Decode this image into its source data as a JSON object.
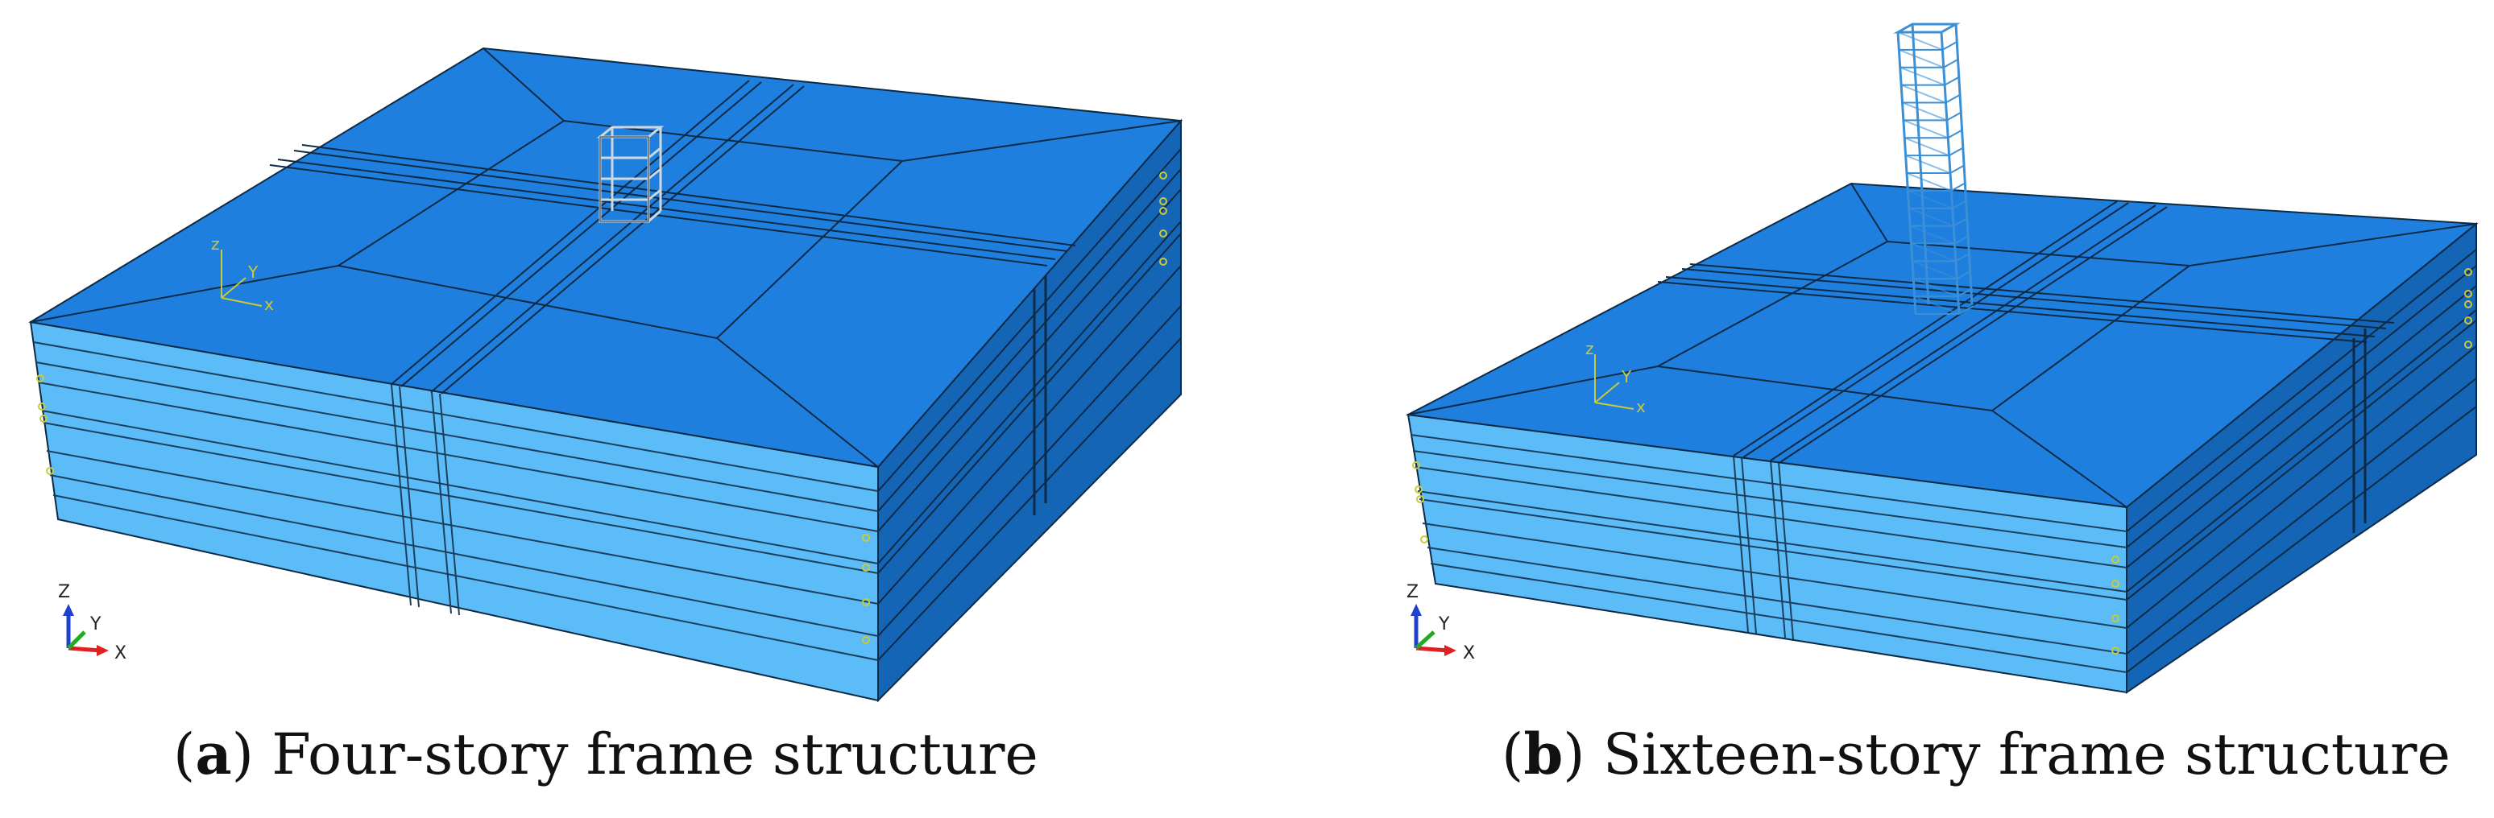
{
  "panels": [
    {
      "id": "a",
      "caption_letter": "a",
      "caption_text": "Four-story frame structure",
      "stories": 4,
      "axis_labels": {
        "z": "Z",
        "y": "Y",
        "x": "X"
      }
    },
    {
      "id": "b",
      "caption_letter": "b",
      "caption_text": "Sixteen-story frame structure",
      "stories": 16,
      "axis_labels": {
        "z": "Z",
        "y": "Y",
        "x": "X"
      }
    }
  ],
  "colors": {
    "top": "#1f7fde",
    "front": "#5bbcf7",
    "right": "#1565b7",
    "edge": "#0d2a45",
    "frame_a": "#cfd8e0",
    "frame_b": "#3b8fd6",
    "axis_x": "#e02020",
    "axis_y": "#22aa22",
    "axis_z": "#2040d0"
  }
}
